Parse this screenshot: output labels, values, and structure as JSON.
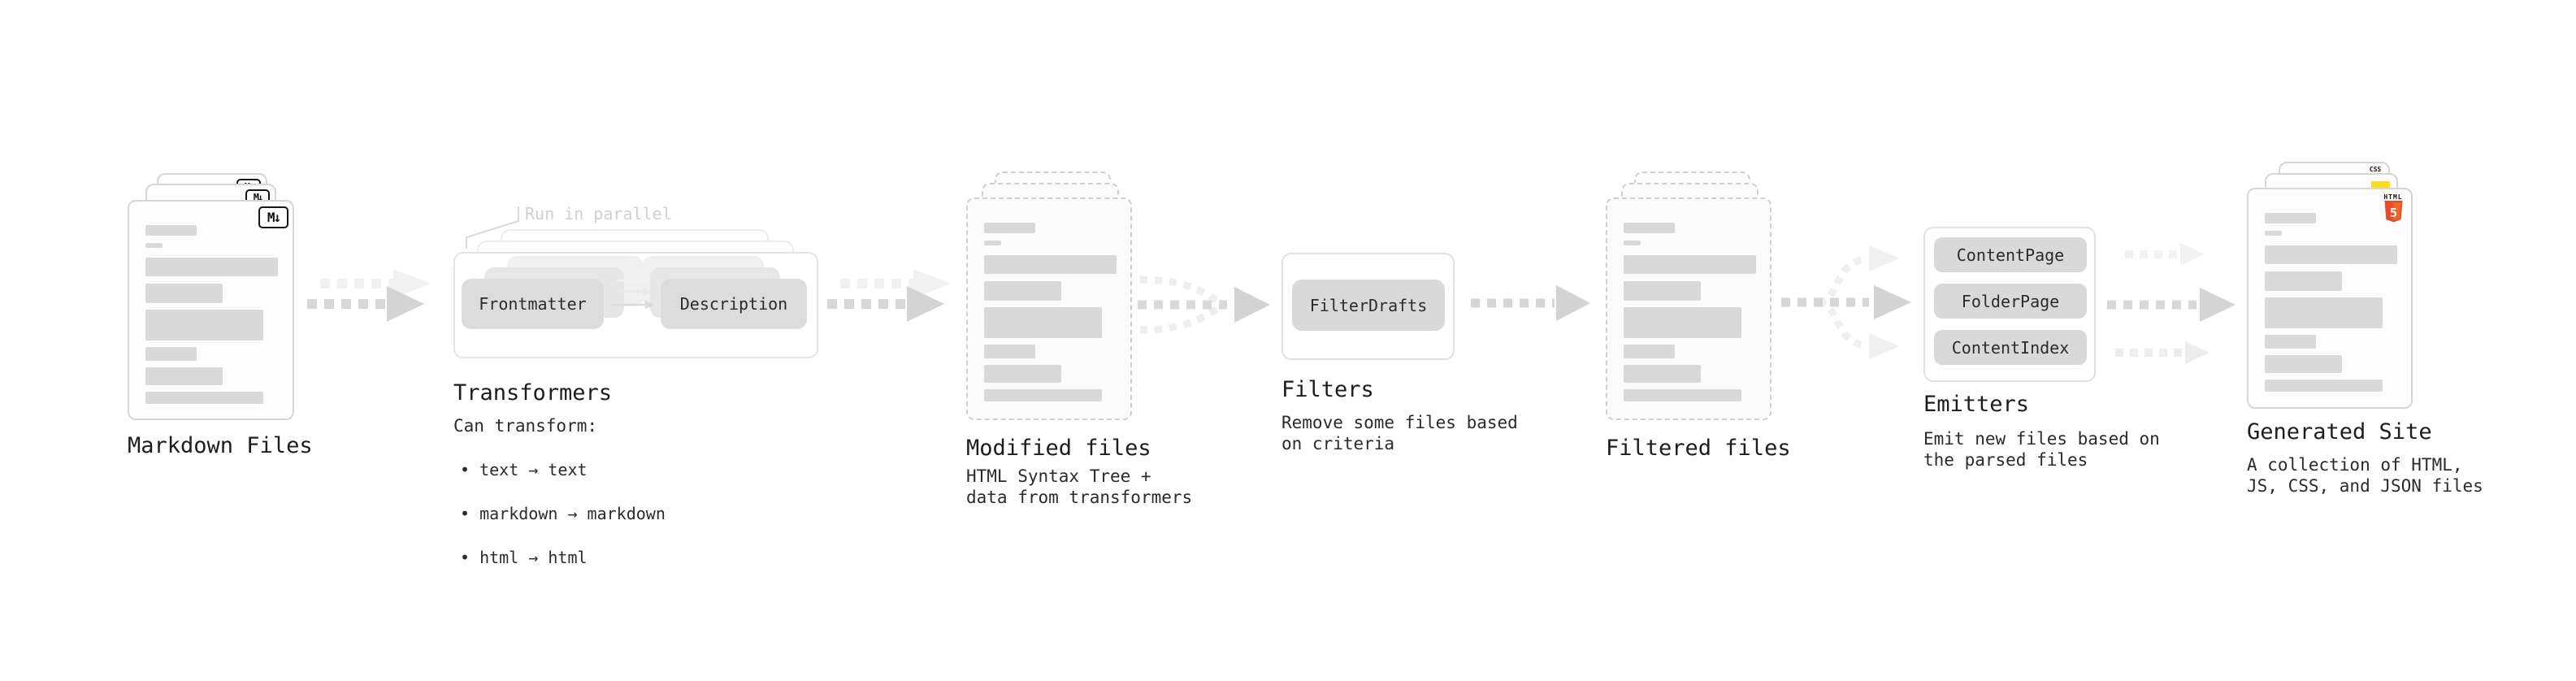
{
  "markdown": {
    "title": "Markdown Files",
    "badge": "M↓"
  },
  "transformers": {
    "annotation": "Run in parallel",
    "pill_left": "Frontmatter",
    "pill_right": "Description",
    "title": "Transformers",
    "subtitle": "Can transform:",
    "bullets": [
      "• text → text",
      "• markdown → markdown",
      "• html → html"
    ]
  },
  "modified": {
    "title": "Modified files",
    "subtitle": "HTML Syntax Tree +\ndata from transformers"
  },
  "filters": {
    "pill": "FilterDrafts",
    "title": "Filters",
    "subtitle": "Remove some files based\non criteria"
  },
  "filtered": {
    "title": "Filtered files"
  },
  "emitters": {
    "pills": [
      "ContentPage",
      "FolderPage",
      "ContentIndex"
    ],
    "title": "Emitters",
    "subtitle": "Emit new files based on\nthe parsed files"
  },
  "generated": {
    "title": "Generated Site",
    "subtitle": "A collection of HTML,\nJS, CSS, and JSON files",
    "badge_html": "HTML",
    "badge_html_number": "5",
    "badge_css": "CSS"
  },
  "colors": {
    "bar_gray": "#d9d9d9",
    "pill_gray": "#d9d9d9",
    "arrow_gray": "#d4d4d4",
    "arrow_ghost": "#f1f1f1",
    "html5_orange": "#e44d26",
    "html5_orange_light": "#f16529",
    "js_yellow": "#f7df1e",
    "css_blue": "#2965f1"
  }
}
